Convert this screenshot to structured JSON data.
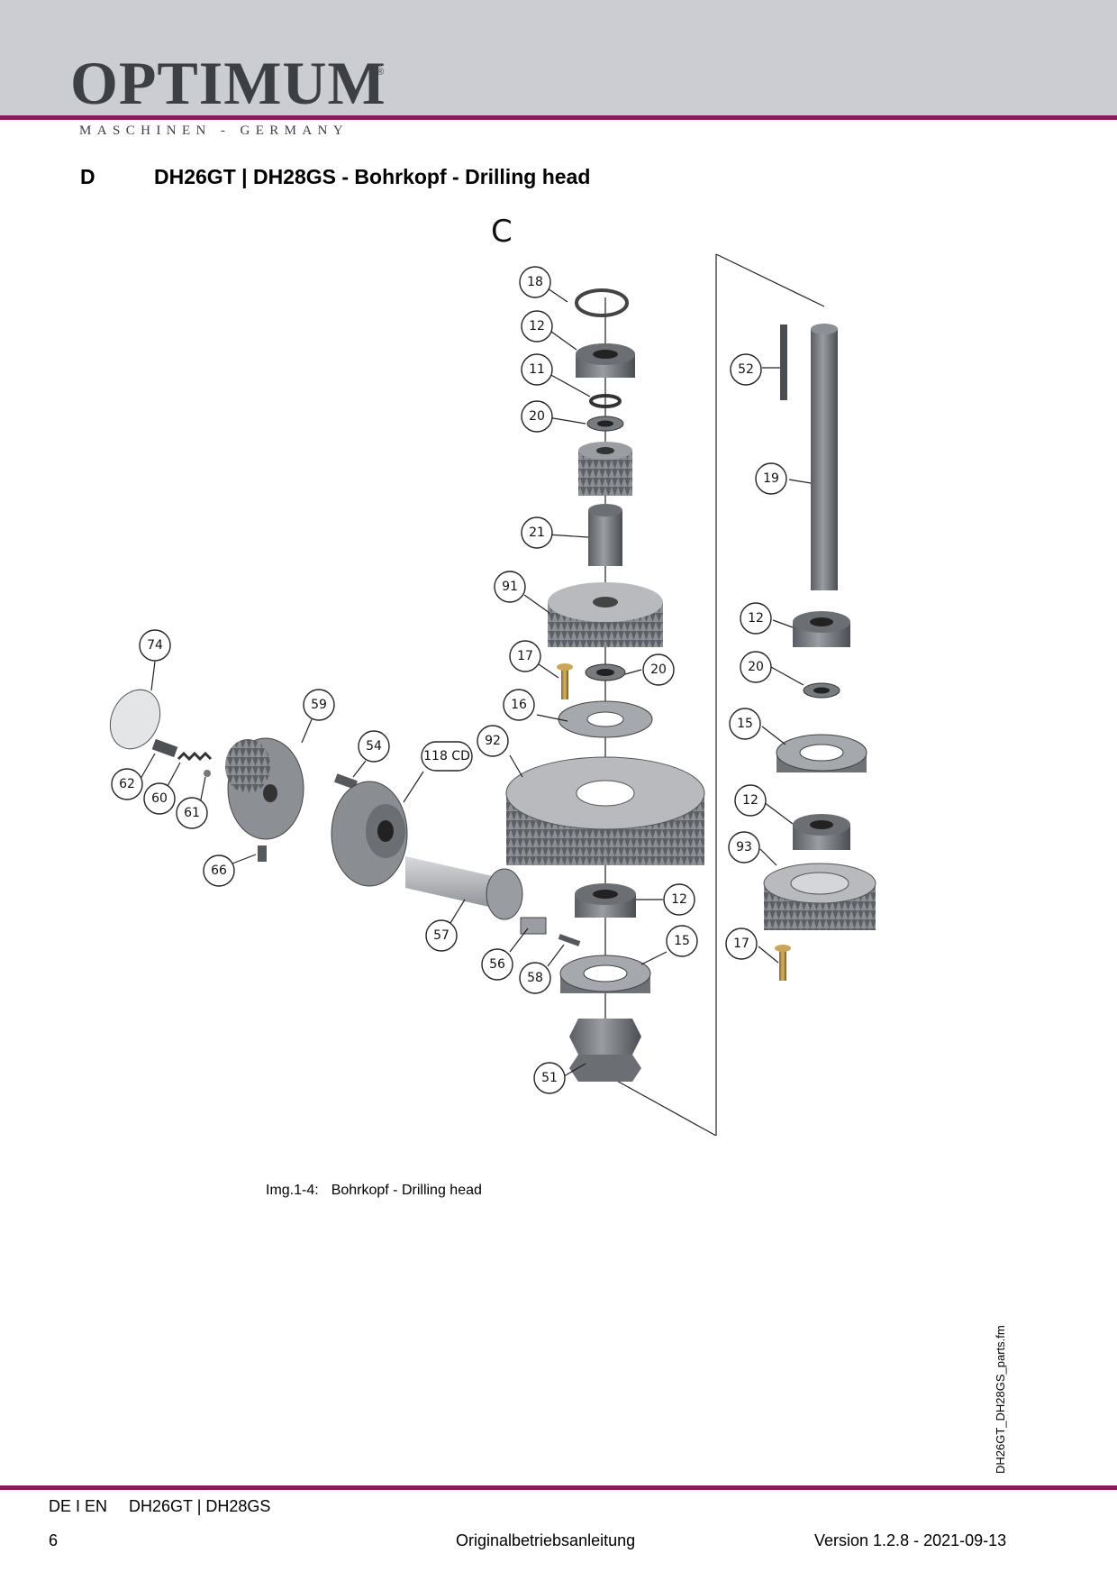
{
  "header": {
    "logo": "OPTIMUM",
    "logo_registered": "®",
    "logo_subtitle": "MASCHINEN - GERMANY"
  },
  "section": {
    "letter": "D",
    "title": "DH26GT | DH28GS - Bohrkopf - Drilling head"
  },
  "drawing": {
    "corner_mark": "C",
    "part_numbers": [
      "18",
      "12",
      "11",
      "20",
      "21",
      "91",
      "17",
      "20",
      "16",
      "92",
      "12",
      "15",
      "51",
      "52",
      "19",
      "12",
      "20",
      "15",
      "12",
      "93",
      "17",
      "74",
      "59",
      "54",
      "118 CD",
      "62",
      "60",
      "61",
      "66",
      "57",
      "56",
      "58"
    ]
  },
  "caption": {
    "label": "Img.1-4:",
    "text": "Bohrkopf - Drilling head"
  },
  "side_file": "DH26GT_DH28GS_parts.fm",
  "footer": {
    "languages": "DE I EN",
    "model": "DH26GT | DH28GS",
    "page": "6",
    "document": "Originalbetriebsanleitung",
    "version": "Version 1.2.8 - 2021-09-13"
  },
  "colors": {
    "header_band": "#cbcdd3",
    "accent_rule": "#8a1a5a",
    "logo": "#3c3f44"
  }
}
